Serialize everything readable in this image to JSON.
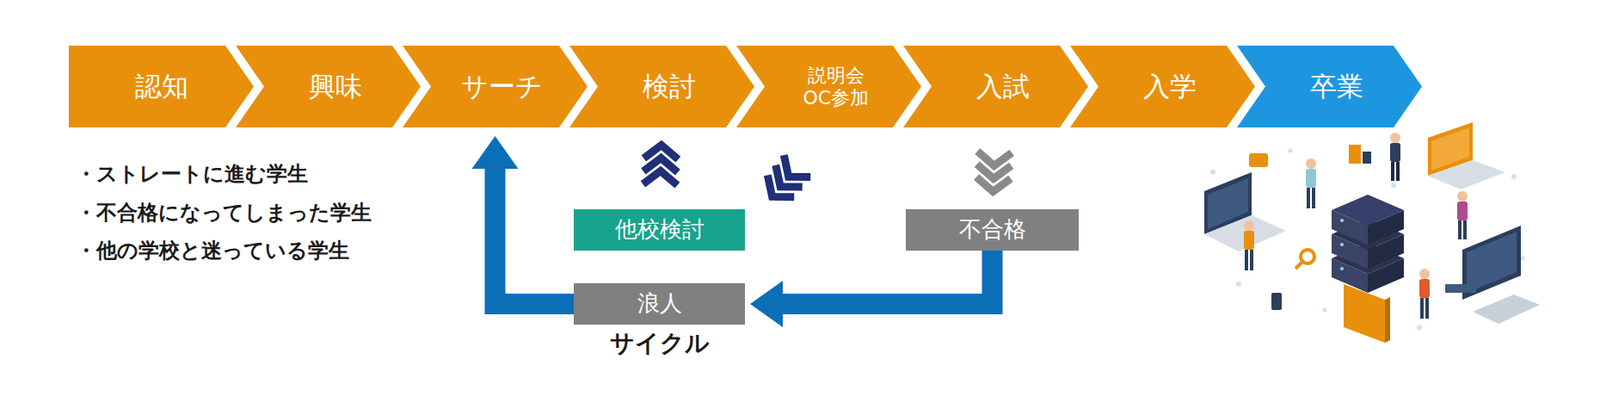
{
  "diagram": {
    "nodes": [
      {
        "text": [
          "認知"
        ]
      },
      {
        "text": [
          "興味"
        ]
      },
      {
        "text": [
          "サーチ"
        ]
      },
      {
        "text": [
          "検討"
        ]
      },
      {
        "text": [
          "説明会 OC参加"
        ]
      },
      {
        "text": [
          "入試"
        ]
      },
      {
        "text": [
          "入学"
        ]
      },
      {
        "text": [
          "卒業"
        ]
      },
      {
        "text": [
          "他校検討"
        ]
      },
      {
        "text": [
          "不合格"
        ]
      },
      {
        "text": [
          "浪人"
        ]
      }
    ],
    "edges": [
      {
        "from": 8,
        "to": 3,
        "arrow": "to"
      },
      {
        "from": 4,
        "to": 8,
        "arrow": "to"
      },
      {
        "from": 5,
        "to": 9,
        "arrow": "to"
      },
      {
        "from": 9,
        "to": 10,
        "arrow": "to"
      },
      {
        "from": 10,
        "to": 2,
        "arrow": "to"
      }
    ],
    "labels": [
      "・ストレートに進む学生",
      "・不合格になってしまった学生",
      "・他の学校と迷っている学生",
      "サイクル"
    ]
  }
}
